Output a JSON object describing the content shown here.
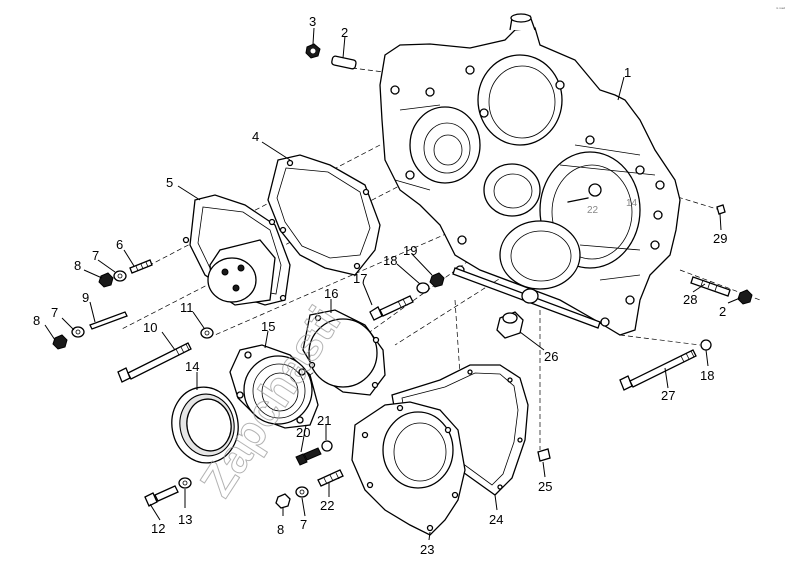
{
  "watermark": "Zapchasti",
  "corner_mark": "ᵐ ʳᵉᵉᵈ",
  "inner_labels": [
    "22",
    "14"
  ],
  "callouts": [
    {
      "id": "c1",
      "label": "1"
    },
    {
      "id": "c2a",
      "label": "2"
    },
    {
      "id": "c2b",
      "label": "2"
    },
    {
      "id": "c3",
      "label": "3"
    },
    {
      "id": "c4",
      "label": "4"
    },
    {
      "id": "c5",
      "label": "5"
    },
    {
      "id": "c6",
      "label": "6"
    },
    {
      "id": "c7a",
      "label": "7"
    },
    {
      "id": "c7b",
      "label": "7"
    },
    {
      "id": "c7c",
      "label": "7"
    },
    {
      "id": "c8a",
      "label": "8"
    },
    {
      "id": "c8b",
      "label": "8"
    },
    {
      "id": "c8c",
      "label": "8"
    },
    {
      "id": "c9",
      "label": "9"
    },
    {
      "id": "c10",
      "label": "10"
    },
    {
      "id": "c11",
      "label": "11"
    },
    {
      "id": "c12",
      "label": "12"
    },
    {
      "id": "c13",
      "label": "13"
    },
    {
      "id": "c14",
      "label": "14"
    },
    {
      "id": "c15",
      "label": "15"
    },
    {
      "id": "c16",
      "label": "16"
    },
    {
      "id": "c17",
      "label": "17"
    },
    {
      "id": "c18a",
      "label": "18"
    },
    {
      "id": "c18b",
      "label": "18"
    },
    {
      "id": "c19",
      "label": "19"
    },
    {
      "id": "c20",
      "label": "20"
    },
    {
      "id": "c21",
      "label": "21"
    },
    {
      "id": "c22",
      "label": "22"
    },
    {
      "id": "c23",
      "label": "23"
    },
    {
      "id": "c24",
      "label": "24"
    },
    {
      "id": "c25",
      "label": "25"
    },
    {
      "id": "c26",
      "label": "26"
    },
    {
      "id": "c27",
      "label": "27"
    },
    {
      "id": "c28",
      "label": "28"
    },
    {
      "id": "c29",
      "label": "29"
    }
  ]
}
